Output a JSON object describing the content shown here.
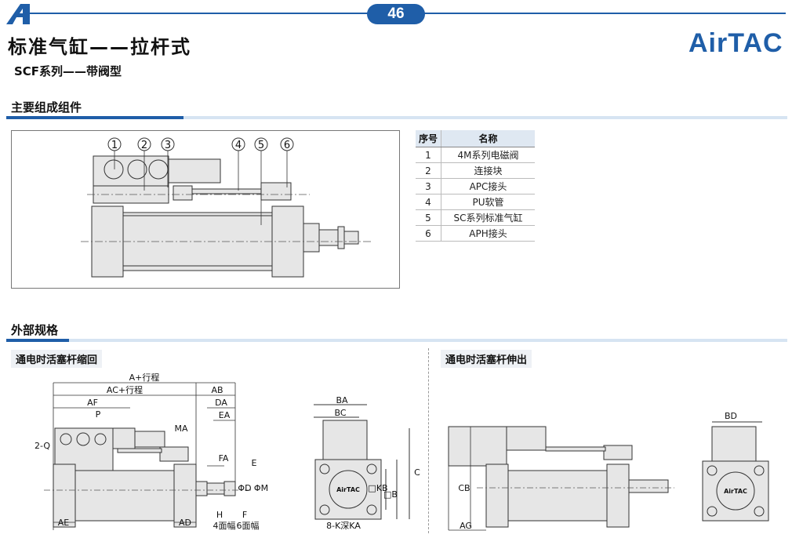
{
  "header": {
    "page_number": "46",
    "main_title": "标准气缸——拉杆式",
    "series_title": "SCF系列——带阀型",
    "brand": "AirTAC"
  },
  "components": {
    "section_title": "主要组成组件",
    "callouts": [
      "1",
      "2",
      "3",
      "4",
      "5",
      "6"
    ],
    "table": {
      "headers": [
        "序号",
        "名称"
      ],
      "rows": [
        [
          "1",
          "4M系列电磁阀"
        ],
        [
          "2",
          "连接块"
        ],
        [
          "3",
          "APC接头"
        ],
        [
          "4",
          "PU软管"
        ],
        [
          "5",
          "SC系列标准气缸"
        ],
        [
          "6",
          "APH接头"
        ]
      ]
    }
  },
  "dimensions": {
    "section_title": "外部规格",
    "retracted_title": "通电时活塞杆缩回",
    "extended_title": "通电时活塞杆伸出",
    "labels_side": {
      "a": "A+行程",
      "ac": "AC+行程",
      "ab": "AB",
      "af": "AF",
      "da": "DA",
      "ea": "EA",
      "p": "P",
      "ma": "MA",
      "q": "2-Q",
      "fa": "FA",
      "e": "E",
      "d": "ΦD",
      "m": "ΦM",
      "ae": "AE",
      "ad": "AD",
      "h": "H",
      "f": "F",
      "width4": "4面幅",
      "width6": "6面幅"
    },
    "labels_end": {
      "ba": "BA",
      "bc": "BC",
      "c": "C",
      "kb": "□KB",
      "b": "□B",
      "k": "8-K深KA",
      "brand_small": "AirTAC"
    },
    "labels_extended": {
      "cb": "CB",
      "ag": "AG",
      "bd": "BD",
      "brand_small": "AirTAC"
    }
  }
}
